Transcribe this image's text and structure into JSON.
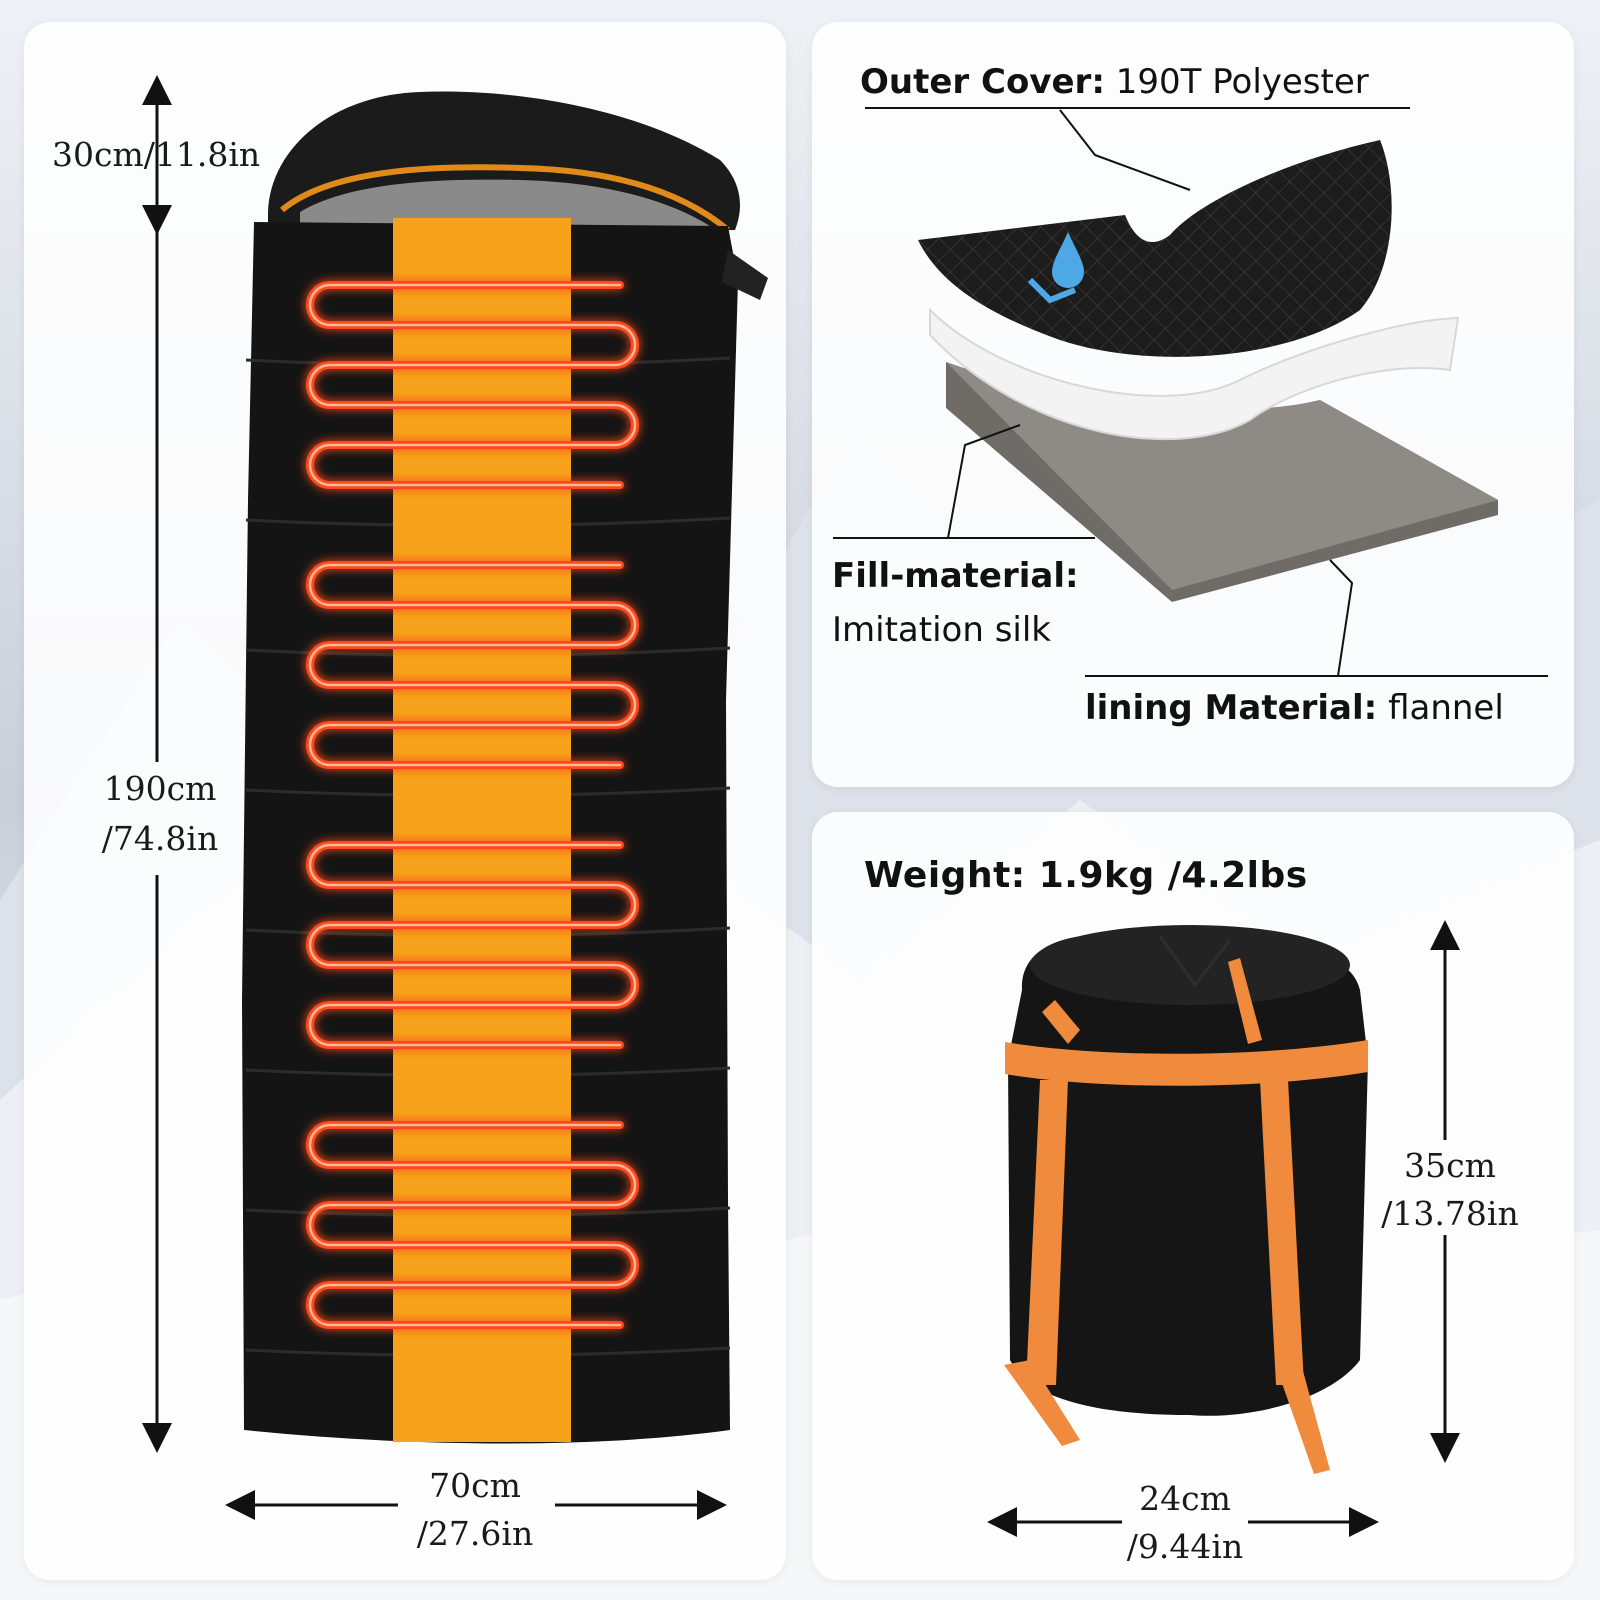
{
  "dimensions": {
    "hood_height": "30cm/11.8in",
    "length_cm": "190cm",
    "length_in": "/74.8in",
    "width_cm": "70cm",
    "width_in": "/27.6in",
    "packed_height_cm": "35cm",
    "packed_height_in": "/13.78in",
    "packed_width_cm": "24cm",
    "packed_width_in": "/9.44in"
  },
  "materials": {
    "outer_label": "Outer Cover:",
    "outer_value": "190T Polyester",
    "fill_label": "Fill-material:",
    "fill_value": "Imitation silk",
    "lining_label": "lining Material:",
    "lining_value": "flannel"
  },
  "weight": {
    "label": "Weight:",
    "value": "1.9kg /4.2lbs"
  },
  "colors": {
    "bag_body": "#141414",
    "accent_orange": "#f7a21b",
    "heater_red": "#ff4a1c",
    "strap_orange": "#f08a3c"
  }
}
